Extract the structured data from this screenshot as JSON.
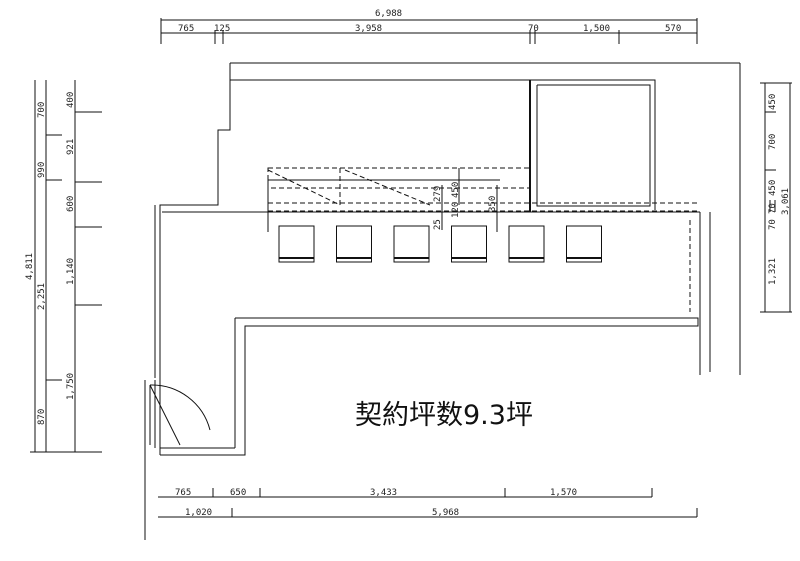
{
  "title": "契約坪数9.3坪",
  "top_dims": {
    "total": "6,988",
    "segments": [
      "765",
      "125",
      "3,958",
      "70",
      "1,500",
      "570"
    ]
  },
  "bottom_dims": {
    "row1": [
      "765",
      "650",
      "3,433",
      "1,570"
    ],
    "row2": [
      "1,020",
      "5,968"
    ]
  },
  "left_dims": {
    "total": "4,811",
    "mid": [
      "700",
      "990",
      "2,251",
      "870"
    ],
    "inner": [
      "400",
      "921",
      "600",
      "1,140",
      "1,750"
    ]
  },
  "right_dims": {
    "segments": [
      "450",
      "700",
      "450",
      "70",
      "70",
      "1,321"
    ],
    "total": "3,061"
  },
  "counter_dims": [
    "279",
    "450",
    "120",
    "25",
    "350"
  ],
  "stool_count": 6
}
